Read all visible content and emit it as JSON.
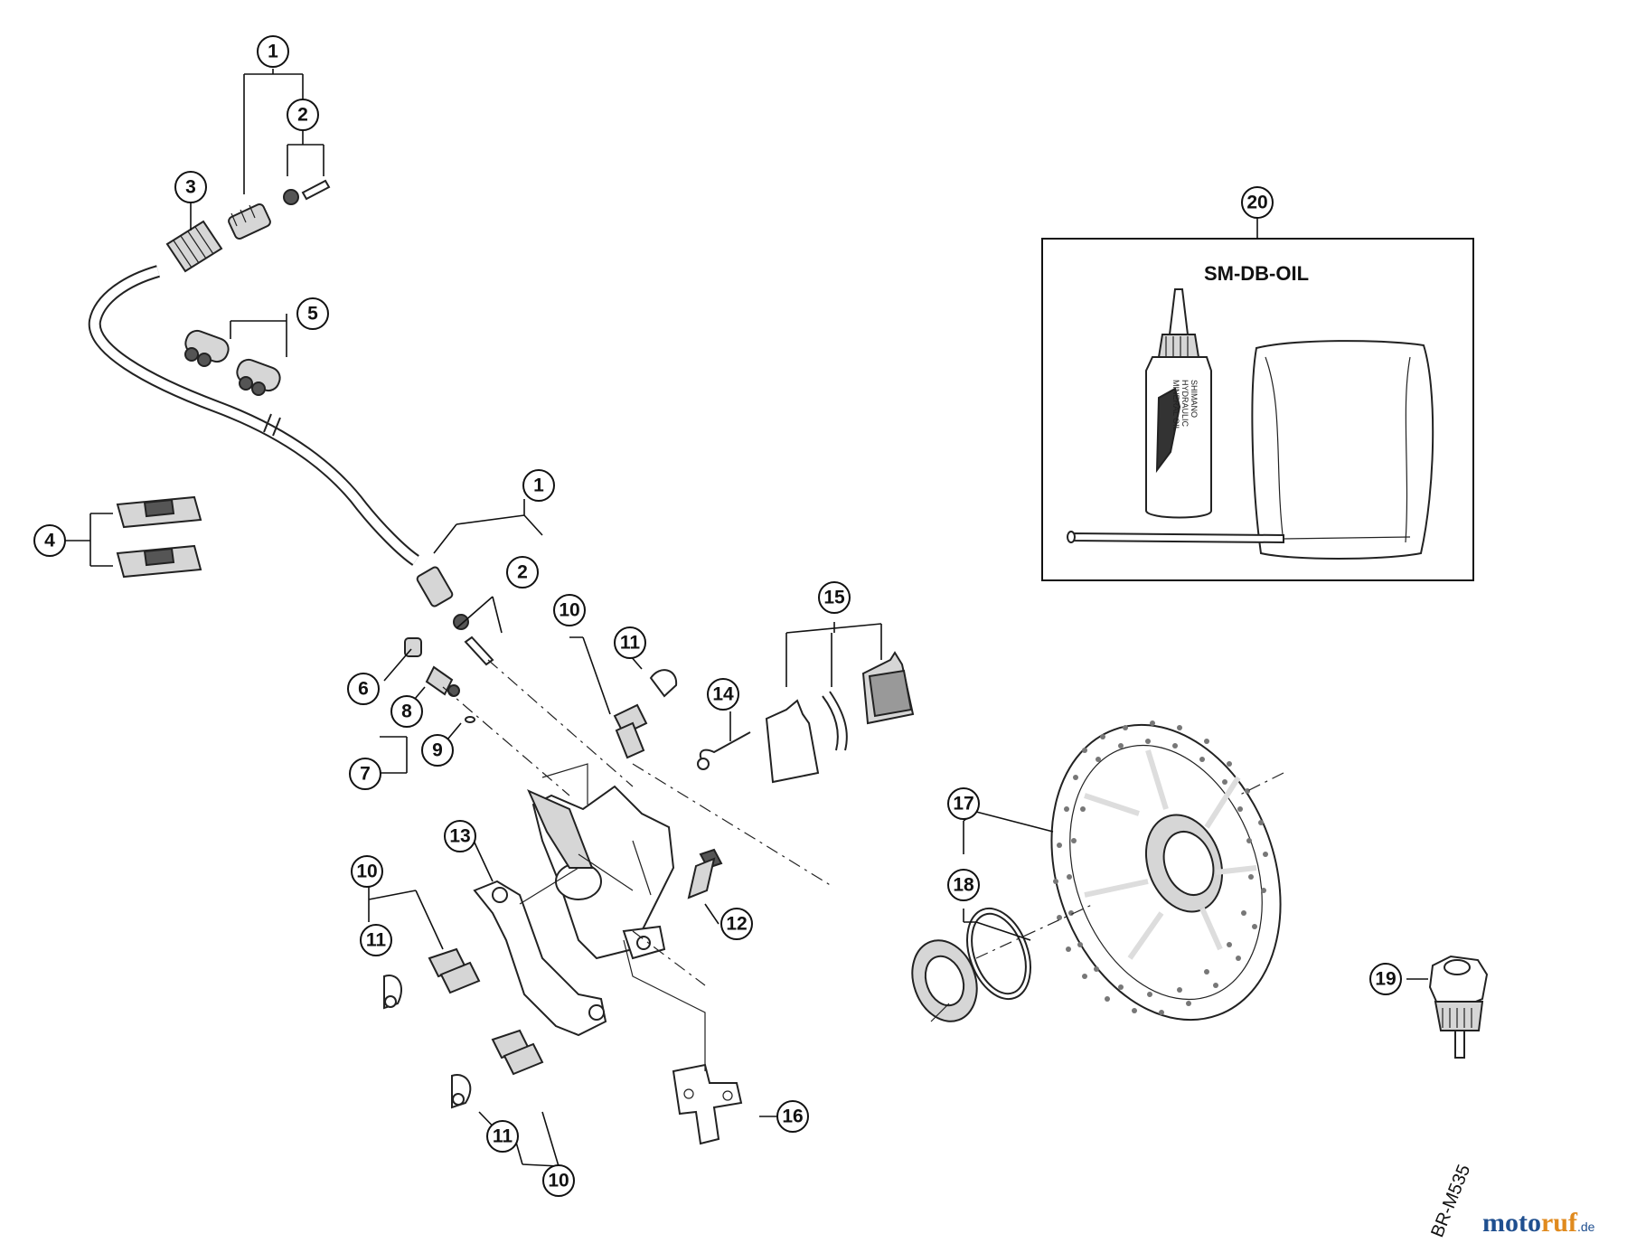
{
  "callouts": {
    "c1a": "1",
    "c2a": "2",
    "c3": "3",
    "c4": "4",
    "c5": "5",
    "c1b": "1",
    "c2b": "2",
    "c6": "6",
    "c8": "8",
    "c9": "9",
    "c7": "7",
    "c10a": "10",
    "c11a": "11",
    "c14": "14",
    "c15": "15",
    "c13": "13",
    "c10b": "10",
    "c11b": "11",
    "c12": "12",
    "c17": "17",
    "c18": "18",
    "c19": "19",
    "c20": "20",
    "c11c": "11",
    "c10c": "10",
    "c16": "16"
  },
  "oil_kit": {
    "title": "SM-DB-OIL",
    "bottle_lines": [
      "SHIMANO",
      "HYDRAULIC",
      "MINERAL OIL"
    ]
  },
  "model_code": "BR-M535",
  "brand": {
    "main": "moto",
    "accent": "ruf",
    "tld": ".de"
  }
}
